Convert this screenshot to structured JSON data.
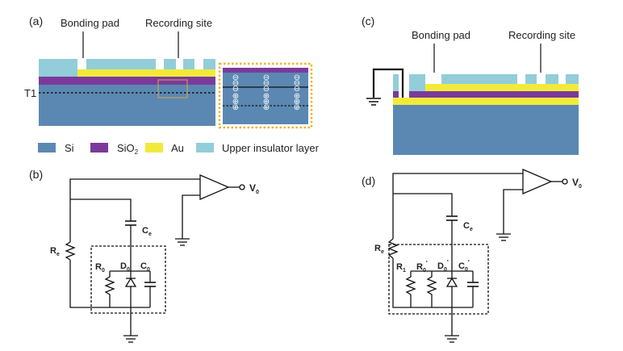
{
  "panels": {
    "a": {
      "tag": "(a)",
      "bonding_pad": "Bonding pad",
      "recording_site": "Recording site",
      "line_label": "T1",
      "inset_top_signs": [
        "⊖",
        "⊖",
        "⊖",
        "⊖",
        "⊖",
        "⊖",
        "⊖",
        "⊖",
        "⊖"
      ],
      "inset_bottom_signs": [
        "⊕",
        "⊕",
        "⊕",
        "⊕",
        "⊕",
        "⊕",
        "⊕",
        "⊕",
        "⊕"
      ]
    },
    "b": {
      "tag": "(b)",
      "opamp_out": "V",
      "opamp_out_sub": "0",
      "ce": "C",
      "ce_sub": "e",
      "re": "R",
      "re_sub": "e",
      "r0": "R",
      "r0_sub": "0",
      "d0": "D",
      "d0_sub": "0",
      "c0": "C",
      "c0_sub": "0"
    },
    "c": {
      "tag": "(c)",
      "bonding_pad": "Bonding pad",
      "recording_site": "Recording site"
    },
    "d": {
      "tag": "(d)",
      "opamp_out": "V",
      "opamp_out_sub": "0",
      "ce": "C",
      "ce_sub": "e",
      "re": "R",
      "re_sub": "e",
      "r1": "R",
      "r1_sub": "1",
      "r0p": "R",
      "r0p_sub": "0",
      "r0p_sup": "'",
      "d0p": "D",
      "d0p_sub": "0",
      "d0p_sup": "'",
      "c0p": "C",
      "c0p_sub": "0",
      "c0p_sup": "'"
    }
  },
  "legend": [
    {
      "label": "Si",
      "color": "#5b88b2"
    },
    {
      "label": "SiO",
      "sub": "2",
      "color": "#7b3a9b"
    },
    {
      "label": "Au",
      "color": "#f2ea3a"
    },
    {
      "label": "Upper insulator layer",
      "color": "#92cdd9"
    }
  ],
  "colors": {
    "si": "#5b88b2",
    "sio2": "#7b3a9b",
    "au": "#f2ea3a",
    "insulator": "#92cdd9",
    "inset_border": "#f0b429",
    "zoom_box": "#d4a84a"
  }
}
